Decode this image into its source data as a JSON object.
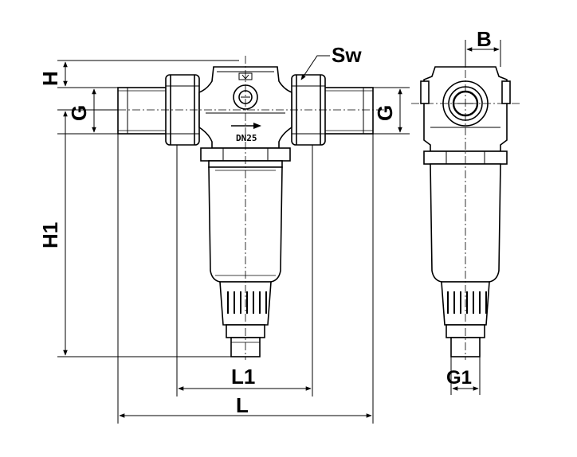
{
  "labels": {
    "H": "H",
    "G_left": "G",
    "G_right": "G",
    "H1": "H1",
    "Sw": "Sw",
    "B": "B",
    "L1": "L1",
    "L": "L",
    "G1": "G1",
    "body_marking": "DN25"
  },
  "colors": {
    "line": "#000000",
    "background": "#ffffff"
  }
}
